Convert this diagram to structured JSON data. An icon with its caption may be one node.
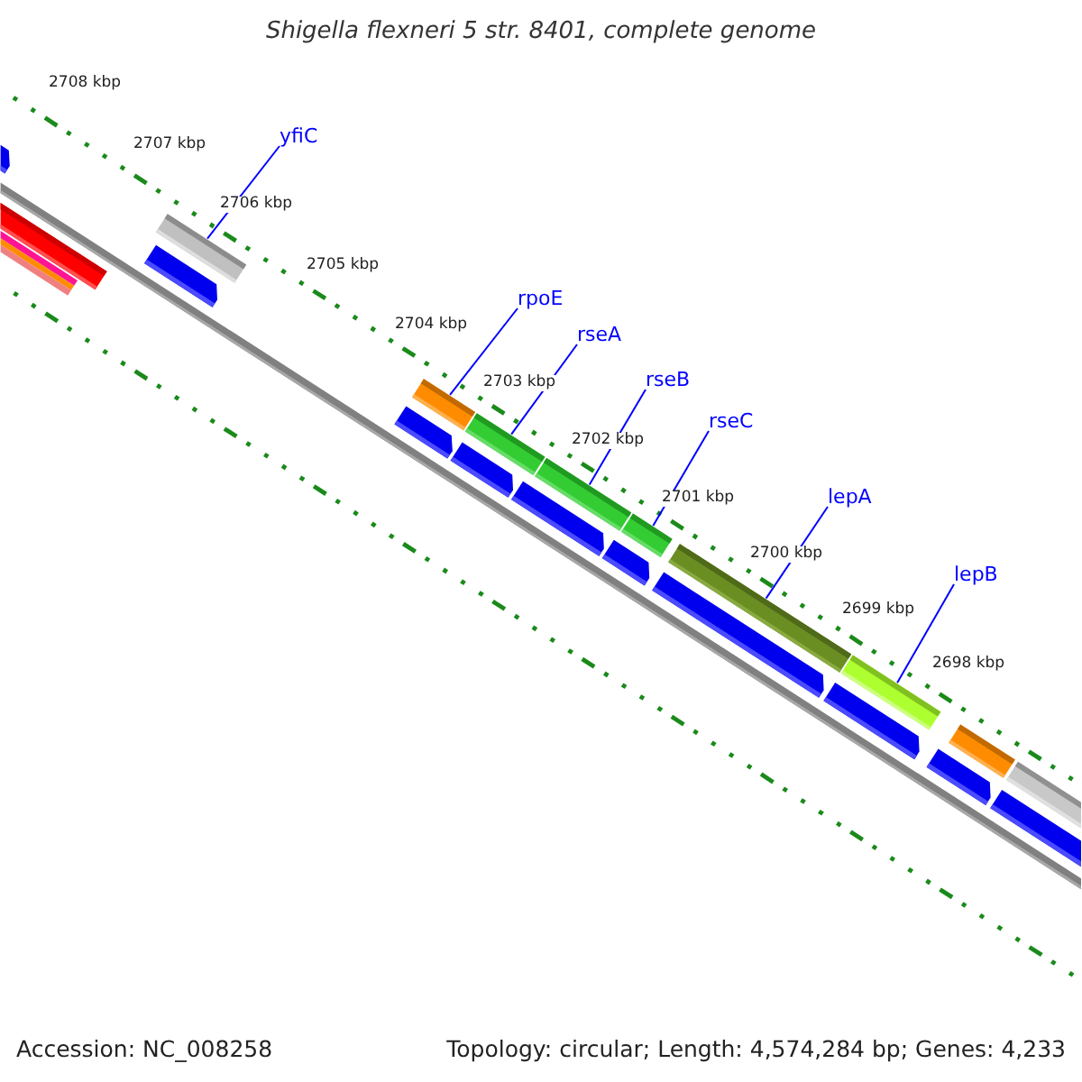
{
  "diagram": {
    "title": "Shigella flexneri 5 str. 8401, complete genome",
    "nodes": [
      {
        "text": [
          "yfiC"
        ]
      },
      {
        "text": [],
        "shape": "bar"
      },
      {
        "text": [
          "rpoE"
        ]
      },
      {
        "text": [],
        "shape": "bar"
      },
      {
        "text": [
          "rseA"
        ]
      },
      {
        "text": [],
        "shape": "bar"
      },
      {
        "text": [
          "rseB"
        ]
      },
      {
        "text": [],
        "shape": "bar"
      },
      {
        "text": [
          "rseC"
        ]
      },
      {
        "text": [],
        "shape": "bar"
      },
      {
        "text": [
          "lepA"
        ]
      },
      {
        "text": [],
        "shape": "bar"
      },
      {
        "text": [
          "lepB"
        ]
      },
      {
        "text": [],
        "shape": "bar"
      },
      {
        "text": [],
        "shape": "bar"
      },
      {
        "text": [],
        "shape": "bar"
      },
      {
        "text": [],
        "shape": "bar"
      },
      {
        "text": [],
        "shape": "bar"
      },
      {
        "text": [],
        "shape": "bar"
      },
      {
        "text": [],
        "shape": "bar"
      },
      {
        "text": [],
        "shape": "arrow"
      },
      {
        "text": [],
        "shape": "arrow"
      },
      {
        "text": [],
        "shape": "arrow"
      },
      {
        "text": [],
        "shape": "arrow"
      },
      {
        "text": [],
        "shape": "arrow"
      },
      {
        "text": [],
        "shape": "arrow"
      },
      {
        "text": [],
        "shape": "arrow"
      },
      {
        "text": [],
        "shape": "arrow"
      },
      {
        "text": [],
        "shape": "arrow"
      },
      {
        "text": [],
        "shape": "arrow"
      }
    ],
    "edges": [
      {
        "from": 0,
        "to": 1,
        "arrow": "none"
      },
      {
        "from": 2,
        "to": 3,
        "arrow": "none"
      },
      {
        "from": 4,
        "to": 5,
        "arrow": "none"
      },
      {
        "from": 6,
        "to": 7,
        "arrow": "none"
      },
      {
        "from": 8,
        "to": 9,
        "arrow": "none"
      },
      {
        "from": 10,
        "to": 11,
        "arrow": "none"
      },
      {
        "from": 12,
        "to": 13,
        "arrow": "none"
      }
    ],
    "labels": [
      "2708 kbp",
      "2707 kbp",
      "2706 kbp",
      "2705 kbp",
      "2704 kbp",
      "2703 kbp",
      "2702 kbp",
      "2701 kbp",
      "2700 kbp",
      "2699 kbp",
      "2698 kbp",
      "Accession: NC_008258",
      "Topology: circular; Length: 4,574,284 bp; Genes: 4,233"
    ]
  }
}
